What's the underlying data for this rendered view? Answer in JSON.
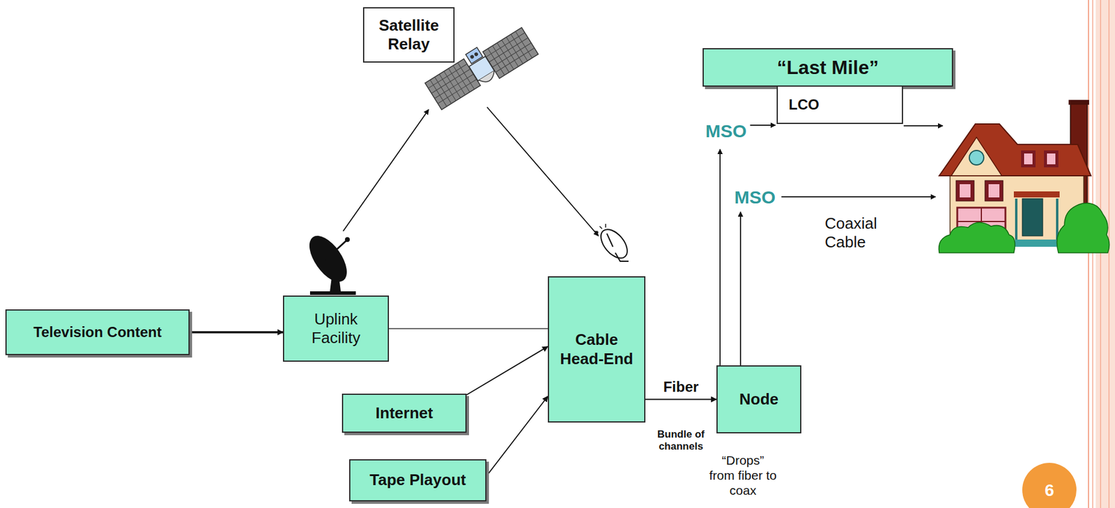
{
  "diagram": {
    "nodes": [
      {
        "text": [
          "Satellite Relay"
        ]
      },
      {
        "text": [
          "“Last Mile”"
        ]
      },
      {
        "text": [
          "LCO"
        ]
      },
      {
        "text": [
          "Television Content"
        ]
      },
      {
        "text": [
          "Uplink Facility"
        ]
      },
      {
        "text": [
          "Cable Head-End"
        ]
      },
      {
        "text": [
          "Internet"
        ]
      },
      {
        "text": [
          "Node"
        ]
      },
      {
        "text": [
          "Tape Playout"
        ]
      }
    ],
    "edges": [
      {
        "from": 3,
        "to": 4,
        "arrow": "to"
      },
      {
        "from": 4,
        "to": 5,
        "arrow": "none"
      },
      {
        "from": 6,
        "to": 5,
        "arrow": "to"
      },
      {
        "from": 8,
        "to": 5,
        "arrow": "to"
      },
      {
        "from": 5,
        "to": 7,
        "label": "Fiber",
        "arrow": "to"
      }
    ],
    "labels": [
      "MSO",
      "MSO",
      "Coaxial Cable",
      "Bundle of channels",
      "“Drops” from fiber to coax",
      "6"
    ]
  }
}
